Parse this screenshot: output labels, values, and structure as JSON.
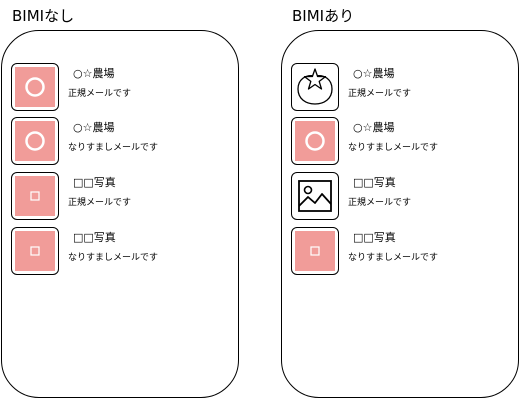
{
  "panels": [
    {
      "title": "BIMIなし",
      "items": [
        {
          "icon": "circle",
          "sender": "○☆農場",
          "subject": "正規メールです"
        },
        {
          "icon": "circle",
          "sender": "○☆農場",
          "subject": "なりすましメールです"
        },
        {
          "icon": "square",
          "sender": "□□写真",
          "subject": "正規メールです"
        },
        {
          "icon": "square",
          "sender": "□□写真",
          "subject": "なりすましメールです"
        }
      ]
    },
    {
      "title": "BIMIあり",
      "items": [
        {
          "icon": "tomato-logo",
          "sender": "○☆農場",
          "subject": "正規メールです"
        },
        {
          "icon": "circle",
          "sender": "○☆農場",
          "subject": "なりすましメールです"
        },
        {
          "icon": "image-logo",
          "sender": "□□写真",
          "subject": "正規メールです"
        },
        {
          "icon": "square",
          "sender": "□□写真",
          "subject": "なりすましメールです"
        }
      ]
    }
  ],
  "colors": {
    "placeholder_fill": "#f19c99",
    "stroke": "#000000",
    "placeholder_mark": "#ffffff"
  }
}
